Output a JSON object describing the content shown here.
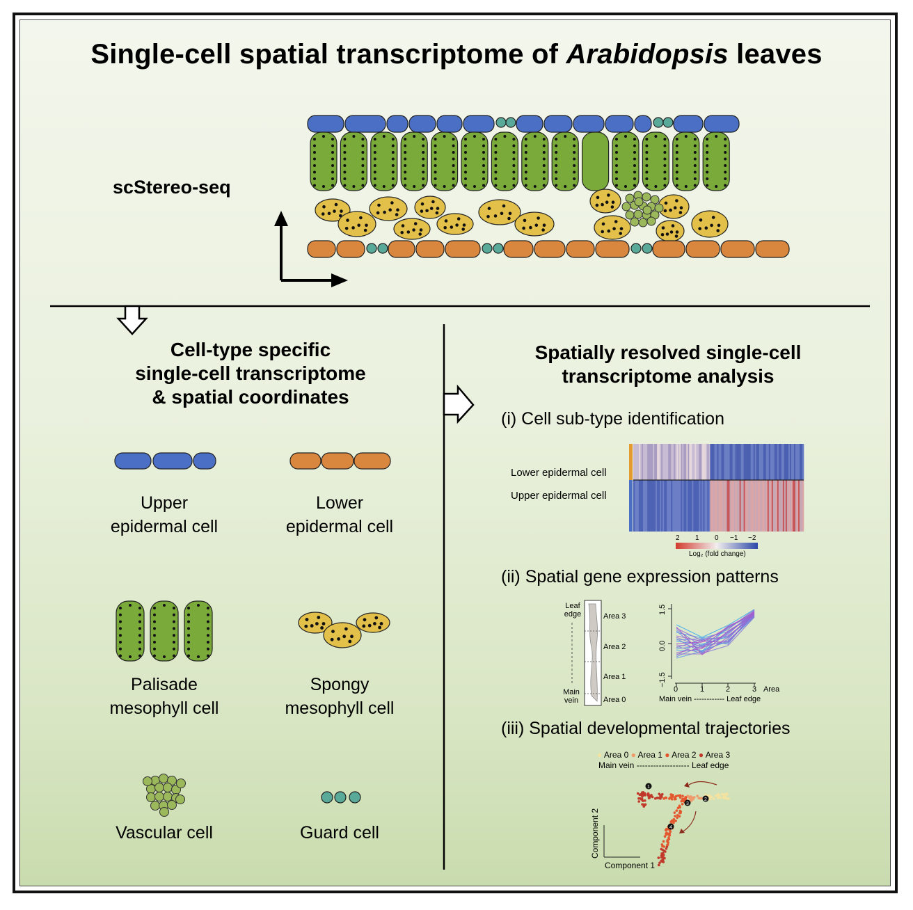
{
  "title": {
    "prefix": "Single-cell spatial transcriptome of ",
    "italic": "Arabidopsis",
    "suffix": " leaves"
  },
  "method": "scStereo-seq",
  "left_header": [
    "Cell-type specific",
    "single-cell transcriptome",
    "& spatial coordinates"
  ],
  "right_header": [
    "Spatially resolved single-cell",
    "transcriptome analysis"
  ],
  "cell_types": [
    {
      "line1": "Upper",
      "line2": "epidermal cell",
      "color": "#4a6fc4"
    },
    {
      "line1": "Lower",
      "line2": "epidermal cell",
      "color": "#d9873f"
    },
    {
      "line1": "Palisade",
      "line2": "mesophyll cell",
      "color": "#7aaa3a"
    },
    {
      "line1": "Spongy",
      "line2": "mesophyll cell",
      "color": "#e2c04a"
    },
    {
      "line1": "Vascular cell",
      "line2": "",
      "color": "#9bb85a"
    },
    {
      "line1": "Guard cell",
      "line2": "",
      "color": "#5aaa99"
    }
  ],
  "sections": {
    "s1": "(i) Cell sub-type identification",
    "s2": "(ii) Spatial gene expression patterns",
    "s3": "(iii) Spatial developmental trajectories"
  },
  "heatmap": {
    "row_labels": [
      "Lower epidermal cell",
      "Upper epidermal cell"
    ],
    "scale_ticks": [
      "2",
      "1",
      "0",
      "−1",
      "−2"
    ],
    "scale_label": "Log₂ (fold change)"
  },
  "spatial": {
    "leaf_edge": [
      "Leaf",
      "edge"
    ],
    "main_vein": [
      "Main",
      "vein"
    ],
    "areas": [
      "Area 3",
      "Area 2",
      "Area 1",
      "Area 0"
    ],
    "y_ticks": [
      "1.5",
      "0.0",
      "−1.5"
    ],
    "x_ticks": [
      "0",
      "1",
      "2",
      "3"
    ],
    "x_unit": "Area",
    "x_axis": "Main vein ------------ Leaf edge"
  },
  "trajectory": {
    "legend": [
      "Area 0",
      "Area 1",
      "Area 2",
      "Area 3"
    ],
    "legend_colors": [
      "#f4e3a0",
      "#ef9a6a",
      "#e4572e",
      "#c0392b"
    ],
    "axis_note_left": "Main vein",
    "axis_note_dash": "-------------------",
    "axis_note_right": "Leaf edge",
    "xlabel": "Component 1",
    "ylabel": "Component 2",
    "branch_points": [
      "1",
      "2",
      "3",
      "4"
    ]
  }
}
